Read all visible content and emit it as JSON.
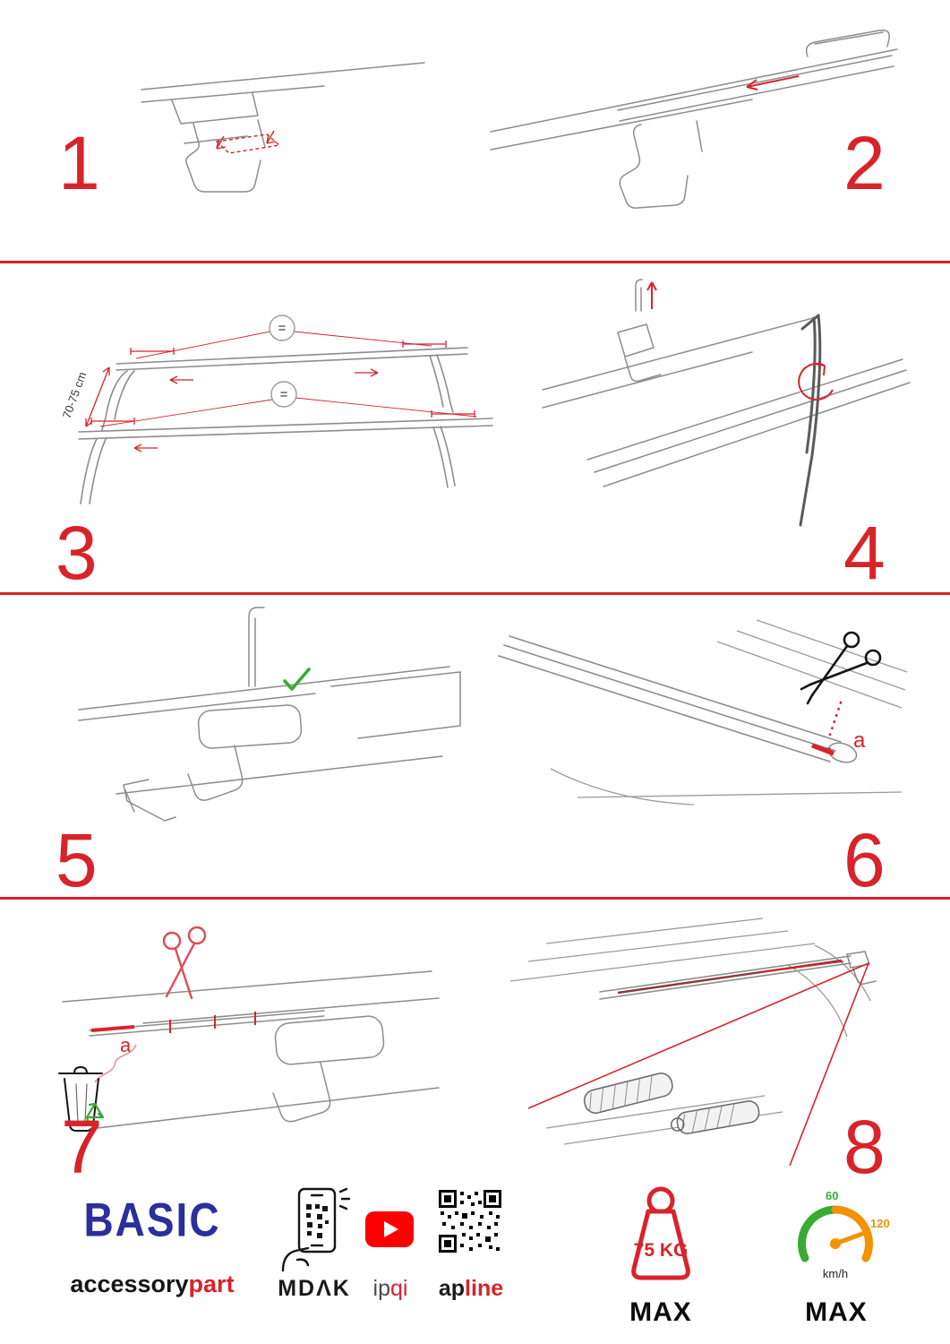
{
  "steps": {
    "s1": {
      "number": "1"
    },
    "s2": {
      "number": "2"
    },
    "s3": {
      "number": "3",
      "dimension": "70-75 cm",
      "equals": "="
    },
    "s4": {
      "number": "4"
    },
    "s5": {
      "number": "5"
    },
    "s6": {
      "number": "6",
      "label_a": "a"
    },
    "s7": {
      "number": "7",
      "label_a": "a"
    },
    "s8": {
      "number": "8"
    }
  },
  "footer": {
    "brand": "BASIC",
    "wordmark_black": "accessory",
    "wordmark_red": "part",
    "mdak": "MDΛK",
    "ipqi_gray": "ip",
    "ipqi_red": "qi",
    "apline_black": "ap",
    "apline_red": "line",
    "weight_value": "75 KG",
    "weight_max": "MAX",
    "speed_low": "60",
    "speed_high": "120",
    "speed_unit": "km/h",
    "speed_max": "MAX"
  },
  "colors": {
    "red": "#d8232a",
    "blue": "#2b2e9c",
    "green": "#3aaa35",
    "orange": "#f39200"
  }
}
